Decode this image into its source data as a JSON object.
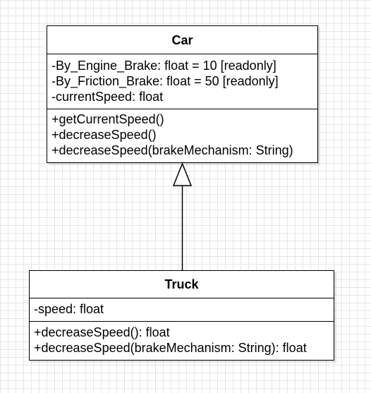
{
  "diagram": {
    "classes": [
      {
        "id": "car",
        "name": "Car",
        "attributes": [
          "-By_Engine_Brake: float = 10 [readonly]",
          "-By_Friction_Brake: float = 50 [readonly]",
          "-currentSpeed: float"
        ],
        "operations": [
          "+getCurrentSpeed()",
          "+decreaseSpeed()",
          "+decreaseSpeed(brakeMechanism: String)"
        ]
      },
      {
        "id": "truck",
        "name": "Truck",
        "attributes": [
          "-speed: float"
        ],
        "operations": [
          "+decreaseSpeed(): float",
          "+decreaseSpeed(brakeMechanism: String): float"
        ]
      }
    ],
    "relationships": [
      {
        "type": "generalization",
        "from": "Truck",
        "to": "Car"
      }
    ]
  }
}
